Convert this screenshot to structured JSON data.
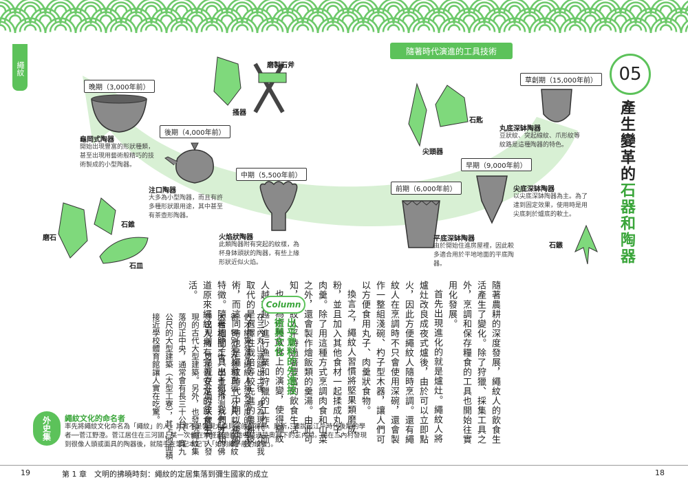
{
  "section_tab": "繩紋",
  "header_banner": "隨著時代演進的工具技術",
  "chapter_number": "05",
  "chapter_title_part1": "產生變革的",
  "chapter_title_part2": "石器和陶器",
  "periods": {
    "late": {
      "label": "晚期（3,000年前）",
      "name": "龜岡式陶器",
      "desc": "開始出現豐富的形狀種類，甚至出現用藝術般精巧的技術製成的小型陶器。"
    },
    "later": {
      "label": "後期（4,000年前）",
      "name": "注口陶器",
      "desc": "大多為小型陶器，而且有許多種形狀跟用途，其中甚至有茶壺形陶器。"
    },
    "middle": {
      "label": "中期（5,500年前）",
      "name": "火焰狀陶器",
      "desc": "此類陶器附有突起的紋樣，為杯身鉢頭狀的陶器，有些上緣形狀近似火焰。"
    },
    "early": {
      "label": "前期（6,000年前）",
      "name": "平底深缽陶器",
      "desc": "由於開始住進房屋裡，因此較多適合用於平地地面的平底陶器。"
    },
    "initial": {
      "label": "早期（9,000年前）",
      "name": "尖底深缽陶器",
      "desc": "以尖底深缽陶器為主。為了達到固定效果，使用時是用尖底刺於爐底的軟土。"
    },
    "incipient": {
      "label": "草創期（15,000年前）",
      "name": "丸底深缽陶器",
      "desc": "豆狀紋、突起線紋、爪形紋等紋路是這種陶器的特色。"
    }
  },
  "tools": {
    "polished_axe": "磨製石斧",
    "scraper": "搔器",
    "spoon": "石匙",
    "pointed": "尖頭器",
    "grinder": "磨石",
    "arrowhead": "石鏃",
    "plate": "石皿",
    "hammer": "石錐"
  },
  "main_paragraphs": [
    "隨著農耕的深度發展，繩紋人的飲食生活產生了變化。除了狩獵、採集工具之外，烹調和保存糧食的工具也開始往實用化發展。",
    "首先出現進化的就是爐灶。繩紋人將爐灶改良成夜式爐後，由於可以立即點火，因此方便繩紋人隨時烹調。還有繩紋人在烹調時不只會使用深碗，還會製作一整組淺碗、杓子型木器，讓人們可以方便食用丸子、肉羹狀食物。",
    "換言之，繩紋人習慣將堅果類磨成粉，並且加入其他食材一起揉成丸子、肉羹。除了用這種方式烹調肉食和山菜之外，還會製作燴飯類的羹湯。由此可知，繩紋人平時過著豐富的飲食生活。",
    "也因為這種飲食上的演變，使得繩紋人越來越少進行漁業和狩獵的工作，而取代的是選擇性栽培等較先進的農耕技術，而這同時也是繩紋時代中期以後的特徵。隨著相關工具出土後，我們才知道原來繩紋人擁有完善安定的飲食生活。"
  ],
  "column": {
    "badge": "Column",
    "title": "出乎意料的先進技術與文化",
    "text": "在三內丸山遺跡出土後，身為現代人的我們才總算發覺繩紋人擁有高度的科學技術。特別是在發現直徑一公尺以上的繩紋木柱遺跡之後，學者們推測京良時代的佛寺出現前，可能就存在過從未被現代人發現的古代大型建築。另外，也發現繩紋集落的正中央，通常會有長三十公尺、寬九公尺的大型建築（大型工寮），其占地面積接近學校體育館讓人實在吃驚。"
  },
  "side_story": {
    "label": "外史集",
    "title": "繩紋文化的命名者",
    "text": "率先將繩紋文化命名為「繩紋」的人，其實不是發現大森貝塚的愛德華．摩斯，據說是江戶時代後期的學者──菅江野澄。菅江居住在三河國，某一次他在津軽巡遊的途中經過陸奧灣下的三內村。他在三內村發現到很像人頭或面具的陶器後，就隨手在筆記本記下「如同繩子般的紋樣」。"
  },
  "footer": {
    "left_page": "19",
    "chapter_ref": "第 1 章　文明的拂曉時刻：繩紋的定居集落到彌生國家的成立",
    "right_page": "18"
  },
  "colors": {
    "accent": "#5cc25a",
    "wave": "#6dc96a",
    "arc": "#d8f0d4",
    "stone": "#7fd97c",
    "pottery": "#8a8a8a"
  }
}
